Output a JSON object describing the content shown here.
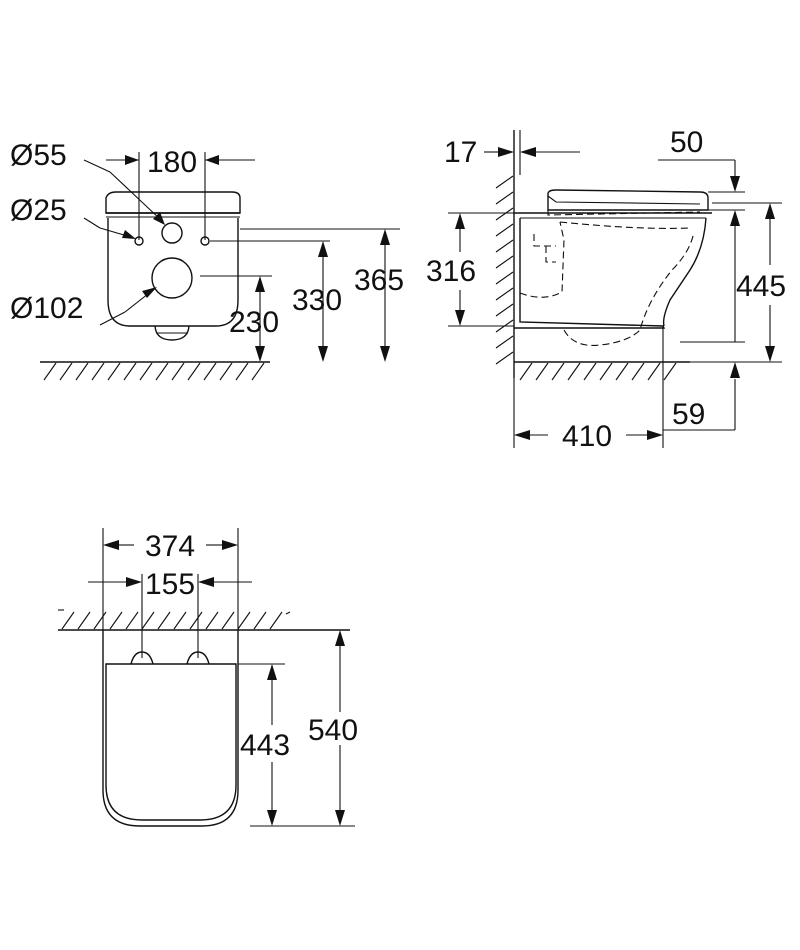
{
  "front_view": {
    "dimensions": {
      "d55": "Ø55",
      "d25": "Ø25",
      "d102": "Ø102",
      "w180": "180",
      "h230": "230",
      "h330": "330",
      "h365": "365"
    }
  },
  "side_view": {
    "dimensions": {
      "t17": "17",
      "t50": "50",
      "h316": "316",
      "h445": "445",
      "l410": "410",
      "h59": "59"
    }
  },
  "top_view": {
    "dimensions": {
      "w374": "374",
      "w155": "155",
      "l443": "443",
      "l540": "540"
    }
  }
}
